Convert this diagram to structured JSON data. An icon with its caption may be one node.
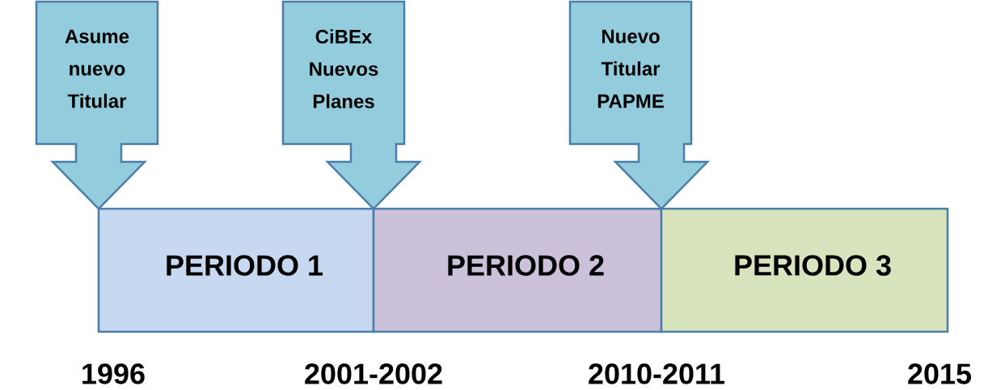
{
  "diagram": {
    "nodes": [
      {
        "text": [
          "Asume nuevo Titular"
        ]
      },
      {
        "text": [
          "CiBEx Nuevos Planes"
        ]
      },
      {
        "text": [
          "Nuevo Titular PAPME"
        ]
      },
      {
        "text": [
          "PERIODO 1"
        ]
      },
      {
        "text": [
          "PERIODO 2"
        ]
      },
      {
        "text": [
          "PERIODO 3"
        ]
      }
    ],
    "labels": [
      "1996",
      "2001-2002",
      "2010-2011",
      "2015"
    ]
  }
}
